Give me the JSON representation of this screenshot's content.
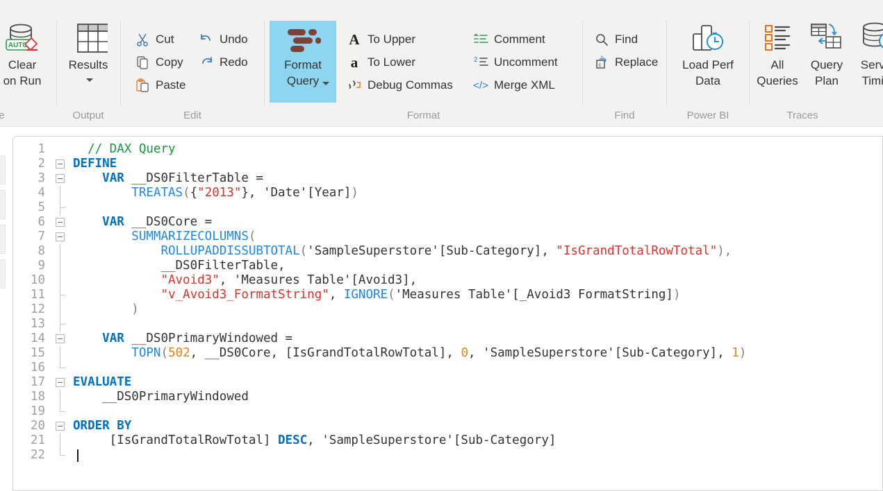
{
  "ribbon": {
    "groups": [
      {
        "name": "output_left",
        "title": "ne"
      },
      {
        "name": "output",
        "title": "Output"
      },
      {
        "name": "edit",
        "title": "Edit"
      },
      {
        "name": "format",
        "title": "Format"
      },
      {
        "name": "find",
        "title": "Find"
      },
      {
        "name": "powerbi",
        "title": "Power BI"
      },
      {
        "name": "traces",
        "title": "Traces"
      }
    ],
    "buttons": {
      "clear_on_run": "Clear\non Run",
      "results": "Results",
      "cut": "Cut",
      "copy": "Copy",
      "paste": "Paste",
      "undo": "Undo",
      "redo": "Redo",
      "format_query": "Format\nQuery",
      "to_upper": "To Upper",
      "to_lower": "To Lower",
      "debug_commas": "Debug Commas",
      "comment": "Comment",
      "uncomment": "Uncomment",
      "merge_xml": "Merge XML",
      "find": "Find",
      "replace": "Replace",
      "load_perf_data": "Load Perf\nData",
      "all_queries": "All\nQueries",
      "query_plan": "Query\nPlan",
      "server_timings": "Serve\nTimin"
    },
    "icon_glyphs": {
      "to_upper": "A",
      "to_lower": "a",
      "merge_xml": "</>"
    },
    "accent_selected_bg": "#8ed6ef",
    "group_title_color": "#9a9a9a",
    "ribbon_bg": "#f3f2f1"
  },
  "editor": {
    "cursor_line": 22,
    "theme": {
      "keyword": "#0070c0",
      "function": "#1e88e5",
      "string": "#d9342b",
      "number": "#ee8012",
      "comment": "#1a9641",
      "plain": "#333333",
      "punctuation": "#808080",
      "line_number": "#a0a0a0",
      "background": "#ffffff"
    },
    "lines": [
      {
        "n": 1,
        "fold": "none",
        "tokens": [
          {
            "t": "cmt",
            "v": "  // DAX Query"
          }
        ]
      },
      {
        "n": 2,
        "fold": "box",
        "tokens": [
          {
            "t": "kw",
            "v": "DEFINE"
          }
        ]
      },
      {
        "n": 3,
        "fold": "box",
        "tokens": [
          {
            "t": "pl",
            "v": "    "
          },
          {
            "t": "kw",
            "v": "VAR"
          },
          {
            "t": "pl",
            "v": " __DS0FilterTable ="
          }
        ]
      },
      {
        "n": 4,
        "fold": "line",
        "tokens": [
          {
            "t": "pl",
            "v": "        "
          },
          {
            "t": "fn",
            "v": "TREATAS"
          },
          {
            "t": "pun",
            "v": "("
          },
          {
            "t": "pl",
            "v": "{"
          },
          {
            "t": "str",
            "v": "\"2013\""
          },
          {
            "t": "pl",
            "v": "}, 'Date'[Year]"
          },
          {
            "t": "pun",
            "v": ")"
          }
        ]
      },
      {
        "n": 5,
        "fold": "tick",
        "tokens": []
      },
      {
        "n": 6,
        "fold": "box",
        "tokens": [
          {
            "t": "pl",
            "v": "    "
          },
          {
            "t": "kw",
            "v": "VAR"
          },
          {
            "t": "pl",
            "v": " __DS0Core ="
          }
        ]
      },
      {
        "n": 7,
        "fold": "box",
        "tokens": [
          {
            "t": "pl",
            "v": "        "
          },
          {
            "t": "fn",
            "v": "SUMMARIZECOLUMNS"
          },
          {
            "t": "pun",
            "v": "("
          }
        ]
      },
      {
        "n": 8,
        "fold": "line",
        "tokens": [
          {
            "t": "pl",
            "v": "            "
          },
          {
            "t": "fn",
            "v": "ROLLUPADDISSUBTOTAL"
          },
          {
            "t": "pun",
            "v": "("
          },
          {
            "t": "pl",
            "v": "'SampleSuperstore'[Sub-Category], "
          },
          {
            "t": "str",
            "v": "\"IsGrandTotalRowTotal\""
          },
          {
            "t": "pun",
            "v": "),"
          }
        ]
      },
      {
        "n": 9,
        "fold": "line",
        "tokens": [
          {
            "t": "pl",
            "v": "            __DS0FilterTable,"
          }
        ]
      },
      {
        "n": 10,
        "fold": "line",
        "tokens": [
          {
            "t": "pl",
            "v": "            "
          },
          {
            "t": "str",
            "v": "\"Avoid3\""
          },
          {
            "t": "pl",
            "v": ", 'Measures Table'[Avoid3],"
          }
        ]
      },
      {
        "n": 11,
        "fold": "tick",
        "tokens": [
          {
            "t": "pl",
            "v": "            "
          },
          {
            "t": "str",
            "v": "\"v_Avoid3_FormatString\""
          },
          {
            "t": "pl",
            "v": ", "
          },
          {
            "t": "fn",
            "v": "IGNORE"
          },
          {
            "t": "pun",
            "v": "("
          },
          {
            "t": "pl",
            "v": "'Measures Table'[_Avoid3 FormatString]"
          },
          {
            "t": "pun",
            "v": ")"
          }
        ]
      },
      {
        "n": 12,
        "fold": "line",
        "tokens": [
          {
            "t": "pun",
            "v": "        )"
          }
        ]
      },
      {
        "n": 13,
        "fold": "tick",
        "tokens": []
      },
      {
        "n": 14,
        "fold": "box",
        "tokens": [
          {
            "t": "pl",
            "v": "    "
          },
          {
            "t": "kw",
            "v": "VAR"
          },
          {
            "t": "pl",
            "v": " __DS0PrimaryWindowed ="
          }
        ]
      },
      {
        "n": 15,
        "fold": "line",
        "tokens": [
          {
            "t": "pl",
            "v": "        "
          },
          {
            "t": "fn",
            "v": "TOPN"
          },
          {
            "t": "pun",
            "v": "("
          },
          {
            "t": "num",
            "v": "502"
          },
          {
            "t": "pl",
            "v": ", __DS0Core, [IsGrandTotalRowTotal], "
          },
          {
            "t": "num",
            "v": "0"
          },
          {
            "t": "pl",
            "v": ", 'SampleSuperstore'[Sub-Category], "
          },
          {
            "t": "num",
            "v": "1"
          },
          {
            "t": "pun",
            "v": ")"
          }
        ]
      },
      {
        "n": 16,
        "fold": "end",
        "tokens": []
      },
      {
        "n": 17,
        "fold": "box",
        "tokens": [
          {
            "t": "kw",
            "v": "EVALUATE"
          }
        ]
      },
      {
        "n": 18,
        "fold": "line",
        "tokens": [
          {
            "t": "pl",
            "v": "    __DS0PrimaryWindowed"
          }
        ]
      },
      {
        "n": 19,
        "fold": "end",
        "tokens": []
      },
      {
        "n": 20,
        "fold": "box",
        "tokens": [
          {
            "t": "kw",
            "v": "ORDER BY"
          }
        ]
      },
      {
        "n": 21,
        "fold": "line",
        "tokens": [
          {
            "t": "pl",
            "v": "     [IsGrandTotalRowTotal] "
          },
          {
            "t": "kw",
            "v": "DESC"
          },
          {
            "t": "pl",
            "v": ", 'SampleSuperstore'[Sub-Category]"
          }
        ]
      },
      {
        "n": 22,
        "fold": "end",
        "tokens": [],
        "cursor": true
      }
    ]
  }
}
